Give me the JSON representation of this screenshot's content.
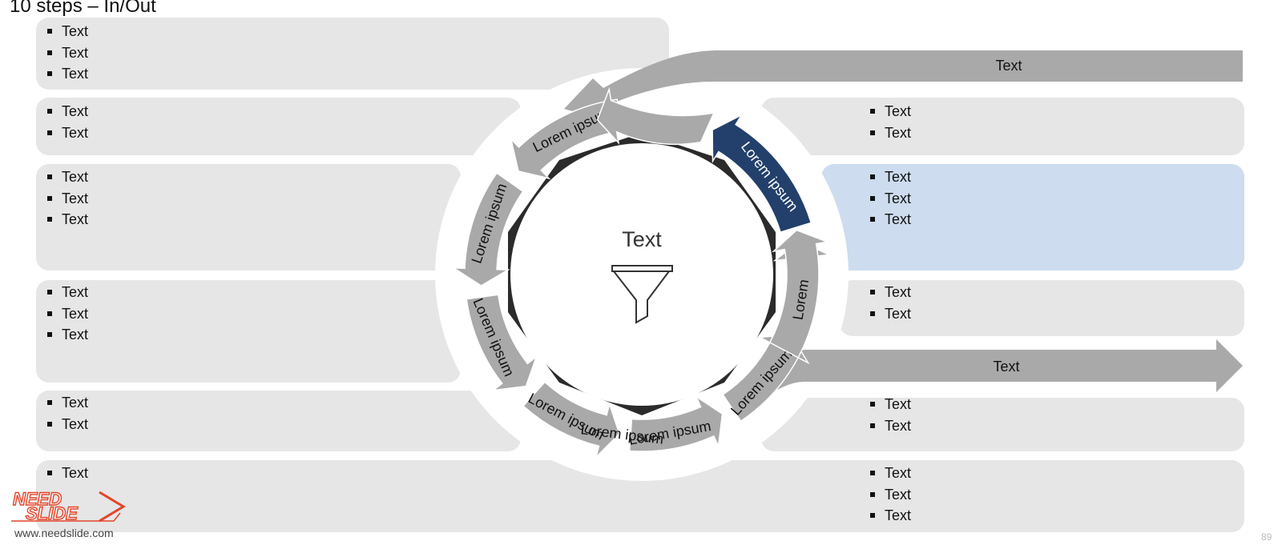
{
  "slide_title": "10 steps – In/Out",
  "left_boxes": [
    {
      "bullets": [
        "Text",
        "Text",
        "Text"
      ]
    },
    {
      "bullets": [
        "Text",
        "Text"
      ]
    },
    {
      "bullets": [
        "Text",
        "Text",
        "Text"
      ]
    },
    {
      "bullets": [
        "Text",
        "Text",
        "Text"
      ]
    },
    {
      "bullets": [
        "Text",
        "Text"
      ]
    },
    {
      "bullets": [
        "Text"
      ]
    }
  ],
  "right_boxes": [
    {
      "bullets": [
        "Text",
        "Text"
      ]
    },
    {
      "bullets": [
        "Text",
        "Text",
        "Text"
      ],
      "highlighted": true
    },
    {
      "bullets": [
        "Text",
        "Text"
      ]
    },
    {
      "bullets": [
        "Text",
        "Text"
      ]
    },
    {
      "bullets": [
        "Text",
        "Text",
        "Text"
      ]
    }
  ],
  "input_arrow_label": "Text",
  "output_arrow_label": "Text",
  "center_label": "Text",
  "center_icon": "funnel-icon",
  "cycle_steps": [
    {
      "label": "Lorem ipsum"
    },
    {
      "label": "Lorem ipsum"
    },
    {
      "label": "Lorem ipsum"
    },
    {
      "label": "Lorem ipsum"
    },
    {
      "label": "Lorem ipsum"
    },
    {
      "label": "Lorem ipsum"
    },
    {
      "label": "Lorem ipsum"
    },
    {
      "label": "Lorem"
    },
    {
      "label": "Lorem ipsum",
      "highlighted": true
    },
    {
      "label": "Lorem ipsum"
    }
  ],
  "colors": {
    "box_fill": "#e6e6e6",
    "highlight_box_fill": "#cddcee",
    "arrow_gray": "#a9a9a9",
    "arrow_highlight": "#22406b",
    "octagon_dark": "#2b2b2b"
  },
  "logo": {
    "line1": "NEED",
    "line2": "SLIDE"
  },
  "footer_url": "www.needslide.com",
  "page_number": "89"
}
